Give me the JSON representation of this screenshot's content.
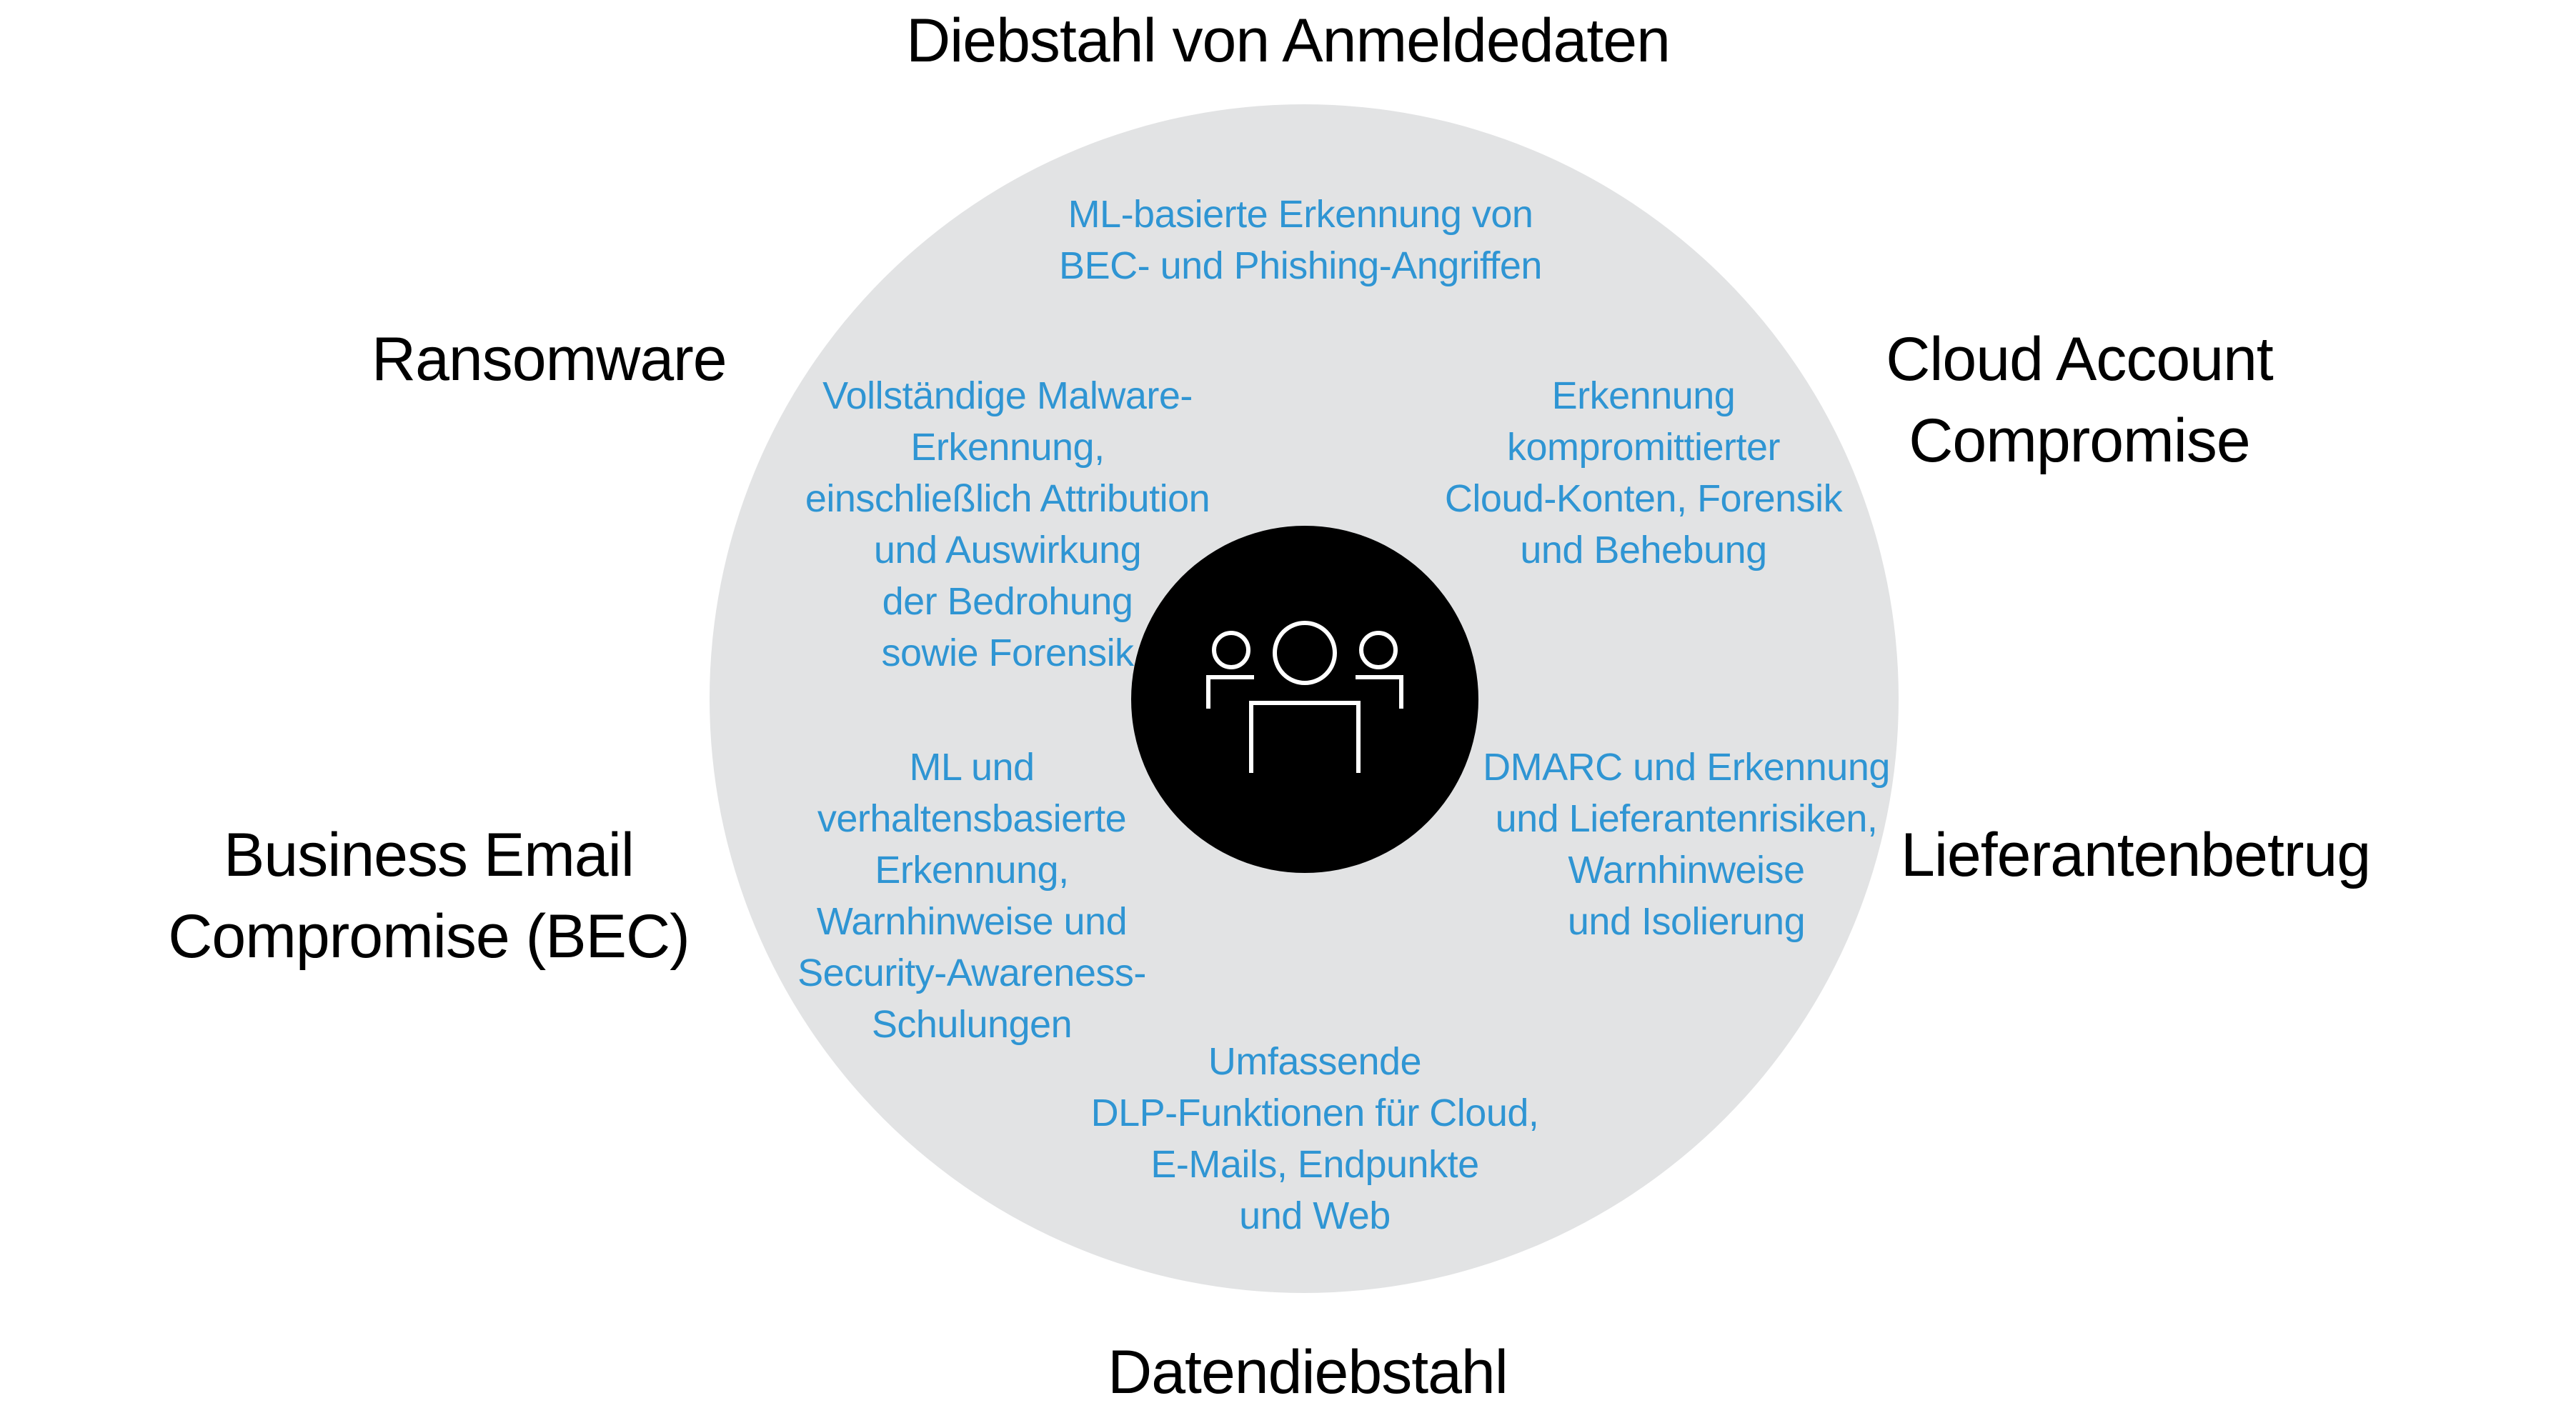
{
  "colors": {
    "ring_fill": "#e2e3e4",
    "core_fill": "#000000",
    "icon_stroke": "#ffffff",
    "threat_text": "#000000",
    "capability_text": "#2f95d3"
  },
  "center_icon": "users-group-icon",
  "threats": {
    "top": "Diebstahl von Anmeldedaten",
    "top_left": "Ransomware",
    "top_right": "Cloud Account\nCompromise",
    "bottom_left": "Business Email\nCompromise (BEC)",
    "bottom_right": "Lieferantenbetrug",
    "bottom": "Datendiebstahl"
  },
  "capabilities": {
    "top": "ML-basierte Erkennung von\nBEC- und Phishing-Angriffen",
    "top_left": "Vollständige Malware-\nErkennung,\neinschließlich Attribution\nund Auswirkung\nder Bedrohung\nsowie Forensik",
    "top_right": "Erkennung\nkompromittierter\nCloud-Konten, Forensik\nund Behebung",
    "left": "ML und\nverhaltensbasierte\nErkennung,\nWarnhinweise und\nSecurity-Awareness-\nSchulungen",
    "right": "DMARC und Erkennung\nund Lieferantenrisiken,\nWarnhinweise\nund Isolierung",
    "bottom": "Umfassende\nDLP-Funktionen für Cloud,\nE-Mails, Endpunkte\nund Web"
  }
}
